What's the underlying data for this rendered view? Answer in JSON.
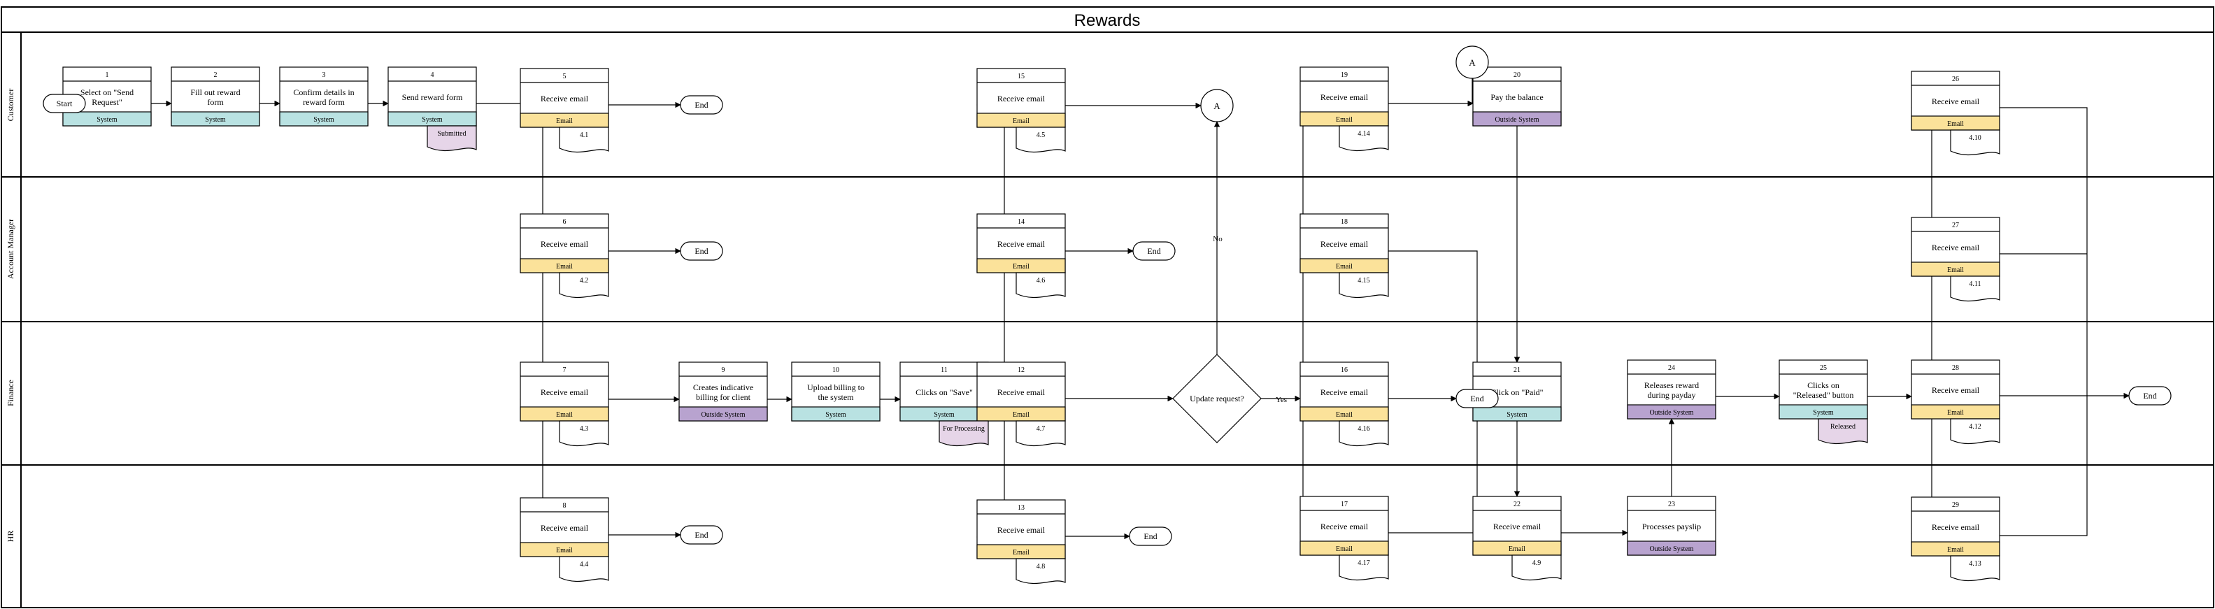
{
  "title": "Rewards",
  "lanes": [
    "Customer",
    "Account Manager",
    "Finance",
    "HR"
  ],
  "colors": {
    "system": "#b9e2e2",
    "email": "#fbe29a",
    "outside": "#b8a3cf",
    "doc_pink": "#e6d5e8"
  },
  "tasks": [
    {
      "num": "1",
      "text": "Select on \"Send Request\"",
      "tag": "System",
      "kind": "system"
    },
    {
      "num": "2",
      "text": "Fill out reward form",
      "tag": "System",
      "kind": "system"
    },
    {
      "num": "3",
      "text": "Confirm details in reward form",
      "tag": "System",
      "kind": "system"
    },
    {
      "num": "4",
      "text": "Send reward form",
      "tag": "System",
      "kind": "system"
    },
    {
      "num": "5",
      "text": "Receive email",
      "tag": "Email",
      "kind": "email"
    },
    {
      "num": "6",
      "text": "Receive email",
      "tag": "Email",
      "kind": "email"
    },
    {
      "num": "7",
      "text": "Receive email",
      "tag": "Email",
      "kind": "email"
    },
    {
      "num": "8",
      "text": "Receive email",
      "tag": "Email",
      "kind": "email"
    },
    {
      "num": "9",
      "text": "Creates indicative billing for client",
      "tag": "Outside System",
      "kind": "outside"
    },
    {
      "num": "10",
      "text": "Upload billing to the system",
      "tag": "System",
      "kind": "system"
    },
    {
      "num": "11",
      "text": "Clicks on \"Save\"",
      "tag": "System",
      "kind": "system"
    },
    {
      "num": "12",
      "text": "Receive email",
      "tag": "Email",
      "kind": "email"
    },
    {
      "num": "13",
      "text": "Receive email",
      "tag": "Email",
      "kind": "email"
    },
    {
      "num": "14",
      "text": "Receive email",
      "tag": "Email",
      "kind": "email"
    },
    {
      "num": "15",
      "text": "Receive email",
      "tag": "Email",
      "kind": "email"
    },
    {
      "num": "16",
      "text": "Receive email",
      "tag": "Email",
      "kind": "email"
    },
    {
      "num": "17",
      "text": "Receive email",
      "tag": "Email",
      "kind": "email"
    },
    {
      "num": "18",
      "text": "Receive email",
      "tag": "Email",
      "kind": "email"
    },
    {
      "num": "19",
      "text": "Receive email",
      "tag": "Email",
      "kind": "email"
    },
    {
      "num": "20",
      "text": "Pay the balance",
      "tag": "Outside System",
      "kind": "outside"
    },
    {
      "num": "21",
      "text": "Click on \"Paid\"",
      "tag": "System",
      "kind": "system"
    },
    {
      "num": "22",
      "text": "Receive email",
      "tag": "Email",
      "kind": "email"
    },
    {
      "num": "23",
      "text": "Processes payslip",
      "tag": "Outside System",
      "kind": "outside"
    },
    {
      "num": "24",
      "text": "Releases reward during payday",
      "tag": "Outside System",
      "kind": "outside"
    },
    {
      "num": "25",
      "text": "Clicks on \"Released\" button",
      "tag": "System",
      "kind": "system"
    },
    {
      "num": "26",
      "text": "Receive email",
      "tag": "Email",
      "kind": "email"
    },
    {
      "num": "27",
      "text": "Receive email",
      "tag": "Email",
      "kind": "email"
    },
    {
      "num": "28",
      "text": "Receive email",
      "tag": "Email",
      "kind": "email"
    },
    {
      "num": "29",
      "text": "Receive email",
      "tag": "Email",
      "kind": "email"
    }
  ],
  "documents": [
    "Submitted",
    "4.1",
    "4.2",
    "4.3",
    "4.4",
    "For Processing",
    "4.5",
    "4.6",
    "4.7",
    "4.8",
    "4.14",
    "4.15",
    "4.16",
    "4.17",
    "4.9",
    "Released",
    "4.10",
    "4.11",
    "4.12",
    "4.13"
  ],
  "terminators": [
    "Start",
    "End",
    "End",
    "End",
    "End",
    "End",
    "End",
    "End",
    "End"
  ],
  "decision": {
    "label": "Update request?",
    "yes": "Yes",
    "no": "No"
  },
  "connectors": [
    "A",
    "A"
  ]
}
